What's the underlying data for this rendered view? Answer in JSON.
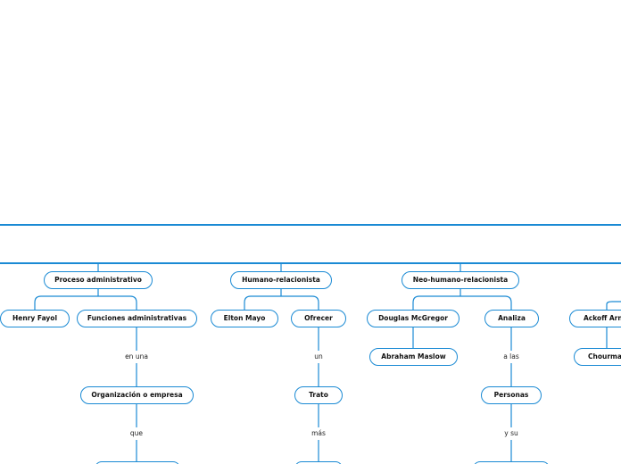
{
  "colors": {
    "line": "#1a8ad4",
    "node_fill": "#ffffff",
    "text": "#111111"
  },
  "branches": {
    "proceso": {
      "title": "Proceso administrativo",
      "henry": "Henry Fayol",
      "funciones": "Funciones administrativas",
      "link1": "en una",
      "organizacion": "Organización o empresa",
      "link2": "que"
    },
    "humano": {
      "title": "Humano-relacionista",
      "elton": "Elton Mayo",
      "ofrecer": "Ofrecer",
      "link1": "un",
      "trato": "Trato",
      "link2": "más"
    },
    "neo": {
      "title": "Neo-humano-relacionista",
      "mcgregor": "Douglas McGregor",
      "maslow": "Abraham Maslow",
      "analiza": "Analiza",
      "link1": "a las",
      "personas": "Personas",
      "link2": "y su"
    },
    "next": {
      "ackoff": "Ackoff Arno",
      "chourman": "Chourman"
    }
  }
}
